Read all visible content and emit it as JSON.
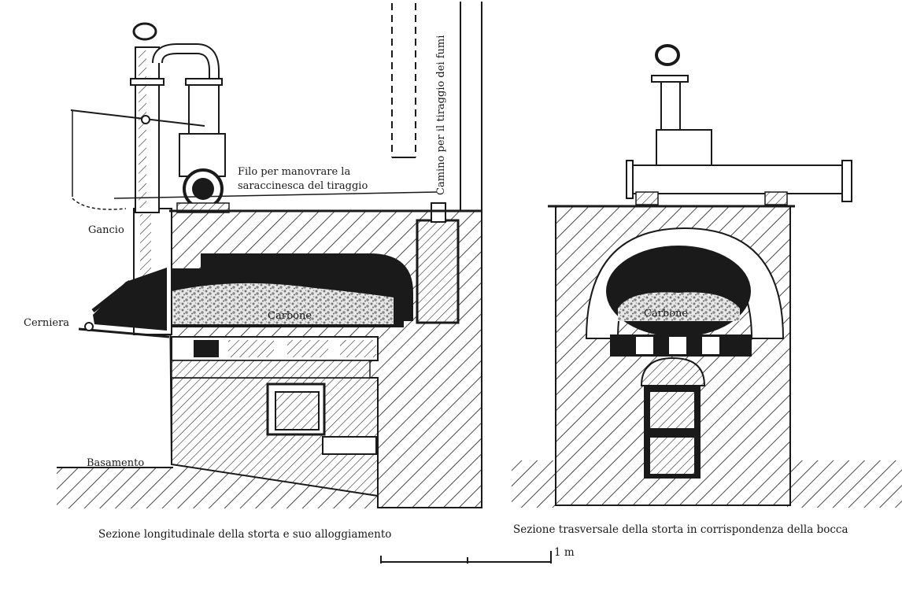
{
  "labels": {
    "filo_line1": "Filo per manovrare la",
    "filo_line2": "saraccinesca del tiraggio",
    "camino": "Camino per il tiraggio dei fumi",
    "gancio": "Gancio",
    "cerniera": "Cerniera",
    "basamento": "Basamento",
    "carbone_left": "Carbone",
    "carbone_right": "Carbone"
  },
  "captions": {
    "left": "Sezione longitudinale della storta e suo alloggiamento",
    "right": "Sezione trasversale della storta in corrispondenza della bocca"
  },
  "scale": {
    "label": "1 m"
  }
}
